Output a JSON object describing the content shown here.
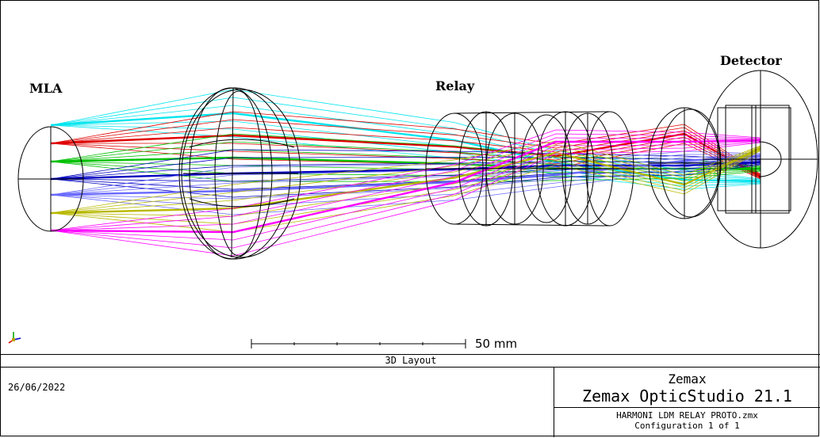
{
  "labels": {
    "mla": "MLA",
    "relay": "Relay",
    "detector": "Detector"
  },
  "scale_bar": {
    "label": "50 mm"
  },
  "title_strip": "3D Layout",
  "footer": {
    "date": "26/06/2022",
    "company": "Zemax",
    "product": "Zemax OpticStudio 21.1",
    "filename": "HARMONI LDM RELAY PROTO.zmx",
    "configuration": "Configuration 1 of 1"
  },
  "ray_colors": [
    "#00e5ee",
    "#e00000",
    "#00c000",
    "#0000c0",
    "#6a6aff",
    "#b8b800",
    "#ff00ff"
  ],
  "icons": {
    "axes": "axes-triad-icon"
  }
}
